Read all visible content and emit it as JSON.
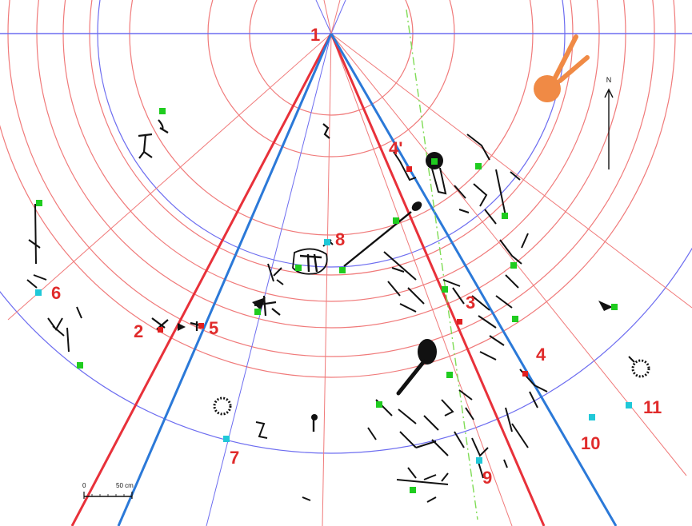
{
  "diagram": {
    "colors": {
      "red_line": "#e8313a",
      "blue_line": "#2b79d8",
      "thin_red": "#f07a7a",
      "thin_blue": "#6d6df0",
      "green_marker": "#1fcc1f",
      "cyan_marker": "#20c8d8",
      "red_marker": "#e02020",
      "glyph": "#111111",
      "sun": "#f08a45",
      "dashed_green": "#7fdc55",
      "label": "#e02b2b"
    },
    "labels": {
      "p1": "1",
      "p2": "2",
      "p3": "3",
      "p4": "4",
      "p4prime": "4'",
      "p5": "5",
      "p6": "6",
      "p7": "7",
      "p8": "8",
      "p9": "9",
      "p10": "10",
      "p11": "11"
    },
    "scale_bar": {
      "start": "0",
      "end": "50 cm"
    },
    "north": "N"
  }
}
